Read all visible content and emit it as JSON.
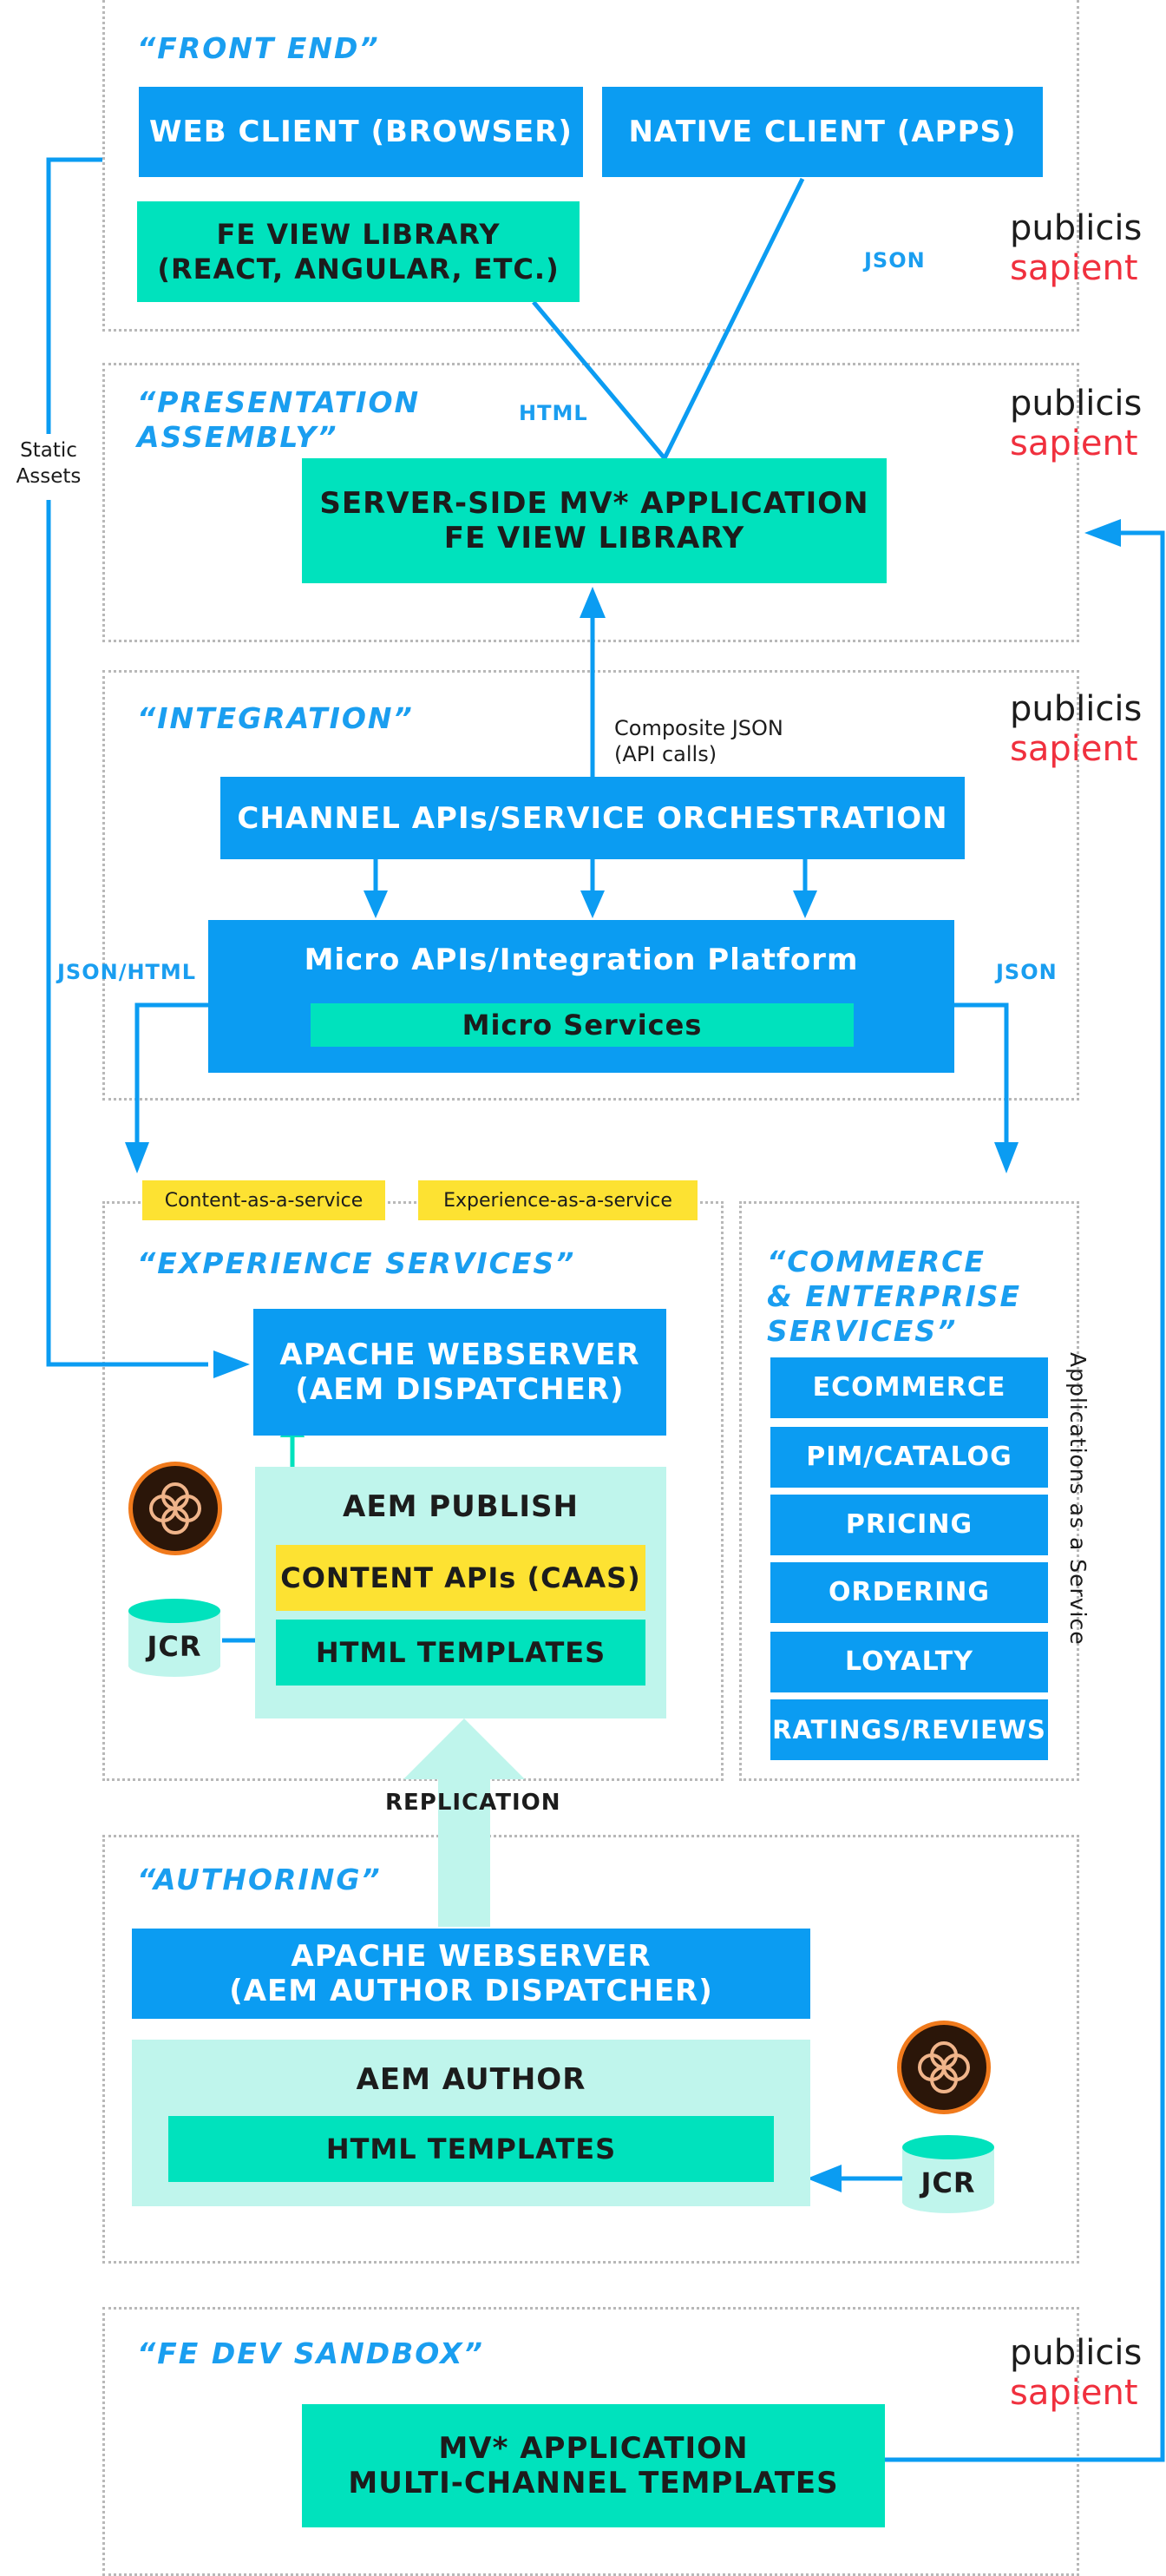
{
  "colors": {
    "blue": "#0b9cf2",
    "teal": "#00e2bd",
    "mint": "#bff5ec",
    "yellow": "#fde232",
    "title_blue": "#1a9ef0",
    "brand_red": "#f0303e",
    "aem_orange": "#f07a1c"
  },
  "brand": {
    "line1": "publicis",
    "line2": "sapient"
  },
  "front_end": {
    "title": "“FRONT END”",
    "web_client": "WEB CLIENT (BROWSER)",
    "native_client": "NATIVE CLIENT (APPS)",
    "fe_view_library": "FE VIEW LIBRARY\n(REACT, ANGULAR, ETC.)",
    "json_label": "JSON"
  },
  "presentation": {
    "title": "“PRESENTATION\nASSEMBLY”",
    "html_label": "HTML",
    "server_app": "SERVER-SIDE MV* APPLICATION\nFE VIEW LIBRARY"
  },
  "static_assets": "Static\nAssets",
  "integration": {
    "title": "“INTEGRATION”",
    "composite_json": "Composite JSON\n(API calls)",
    "channel_apis": "CHANNEL APIs/SERVICE ORCHESTRATION",
    "micro_apis": "Micro APIs/Integration Platform",
    "micro_services": "Micro Services",
    "json_html_label": "JSON/HTML",
    "json_label": "JSON"
  },
  "tags": {
    "content_as_service": "Content-as-a-service",
    "experience_as_service": "Experience-as-a-service"
  },
  "experience": {
    "title": "“EXPERIENCE SERVICES”",
    "apache": "APACHE WEBSERVER\n(AEM DISPATCHER)",
    "aem_publish": "AEM PUBLISH",
    "content_apis": "CONTENT APIs (CAAS)",
    "html_templates": "HTML TEMPLATES",
    "jcr": "JCR"
  },
  "commerce": {
    "title": "“COMMERCE\n& ENTERPRISE\nSERVICES”",
    "items": [
      "ECOMMERCE",
      "PIM/CATALOG",
      "PRICING",
      "ORDERING",
      "LOYALTY",
      "RATINGS/REVIEWS"
    ],
    "side_label": "Applications as a Service"
  },
  "replication": "REPLICATION",
  "authoring": {
    "title": "“AUTHORING”",
    "apache": "APACHE WEBSERVER\n(AEM AUTHOR DISPATCHER)",
    "aem_author": "AEM AUTHOR",
    "html_templates": "HTML TEMPLATES",
    "jcr": "JCR"
  },
  "sandbox": {
    "title": "“FE DEV SANDBOX”",
    "app": "MV* APPLICATION\nMULTI-CHANNEL TEMPLATES"
  }
}
